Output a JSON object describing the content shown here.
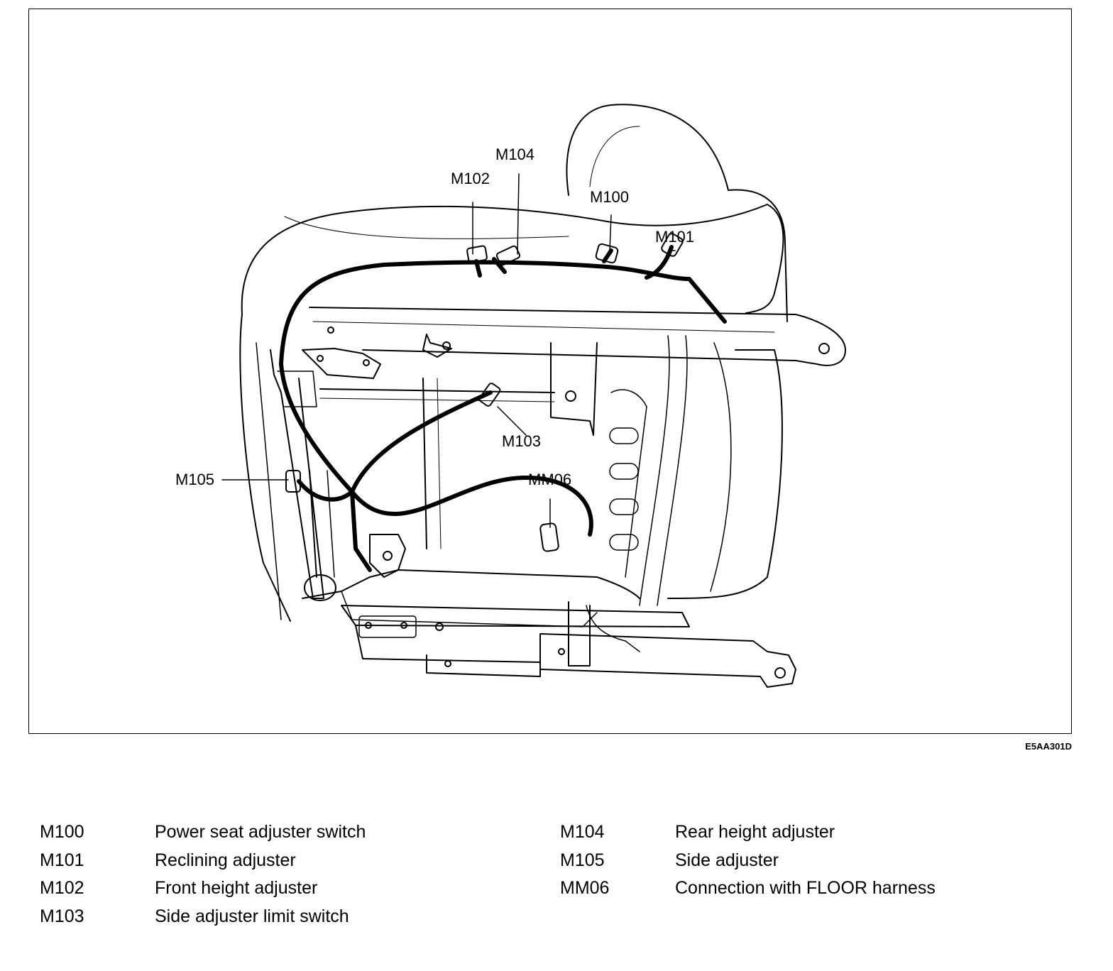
{
  "figure_code": "E5AA301D",
  "callouts": [
    {
      "id": "M100",
      "label": "M100"
    },
    {
      "id": "M101",
      "label": "M101"
    },
    {
      "id": "M102",
      "label": "M102"
    },
    {
      "id": "M103",
      "label": "M103"
    },
    {
      "id": "M104",
      "label": "M104"
    },
    {
      "id": "M105",
      "label": "M105"
    },
    {
      "id": "MM06",
      "label": "MM06"
    }
  ],
  "legend": {
    "left": [
      {
        "code": "M100",
        "desc": "Power seat adjuster switch"
      },
      {
        "code": "M101",
        "desc": "Reclining adjuster"
      },
      {
        "code": "M102",
        "desc": "Front height adjuster"
      },
      {
        "code": "M103",
        "desc": "Side adjuster limit switch"
      }
    ],
    "right": [
      {
        "code": "M104",
        "desc": "Rear height adjuster"
      },
      {
        "code": "M105",
        "desc": "Side adjuster"
      },
      {
        "code": "MM06",
        "desc": "Connection with FLOOR harness"
      }
    ]
  }
}
